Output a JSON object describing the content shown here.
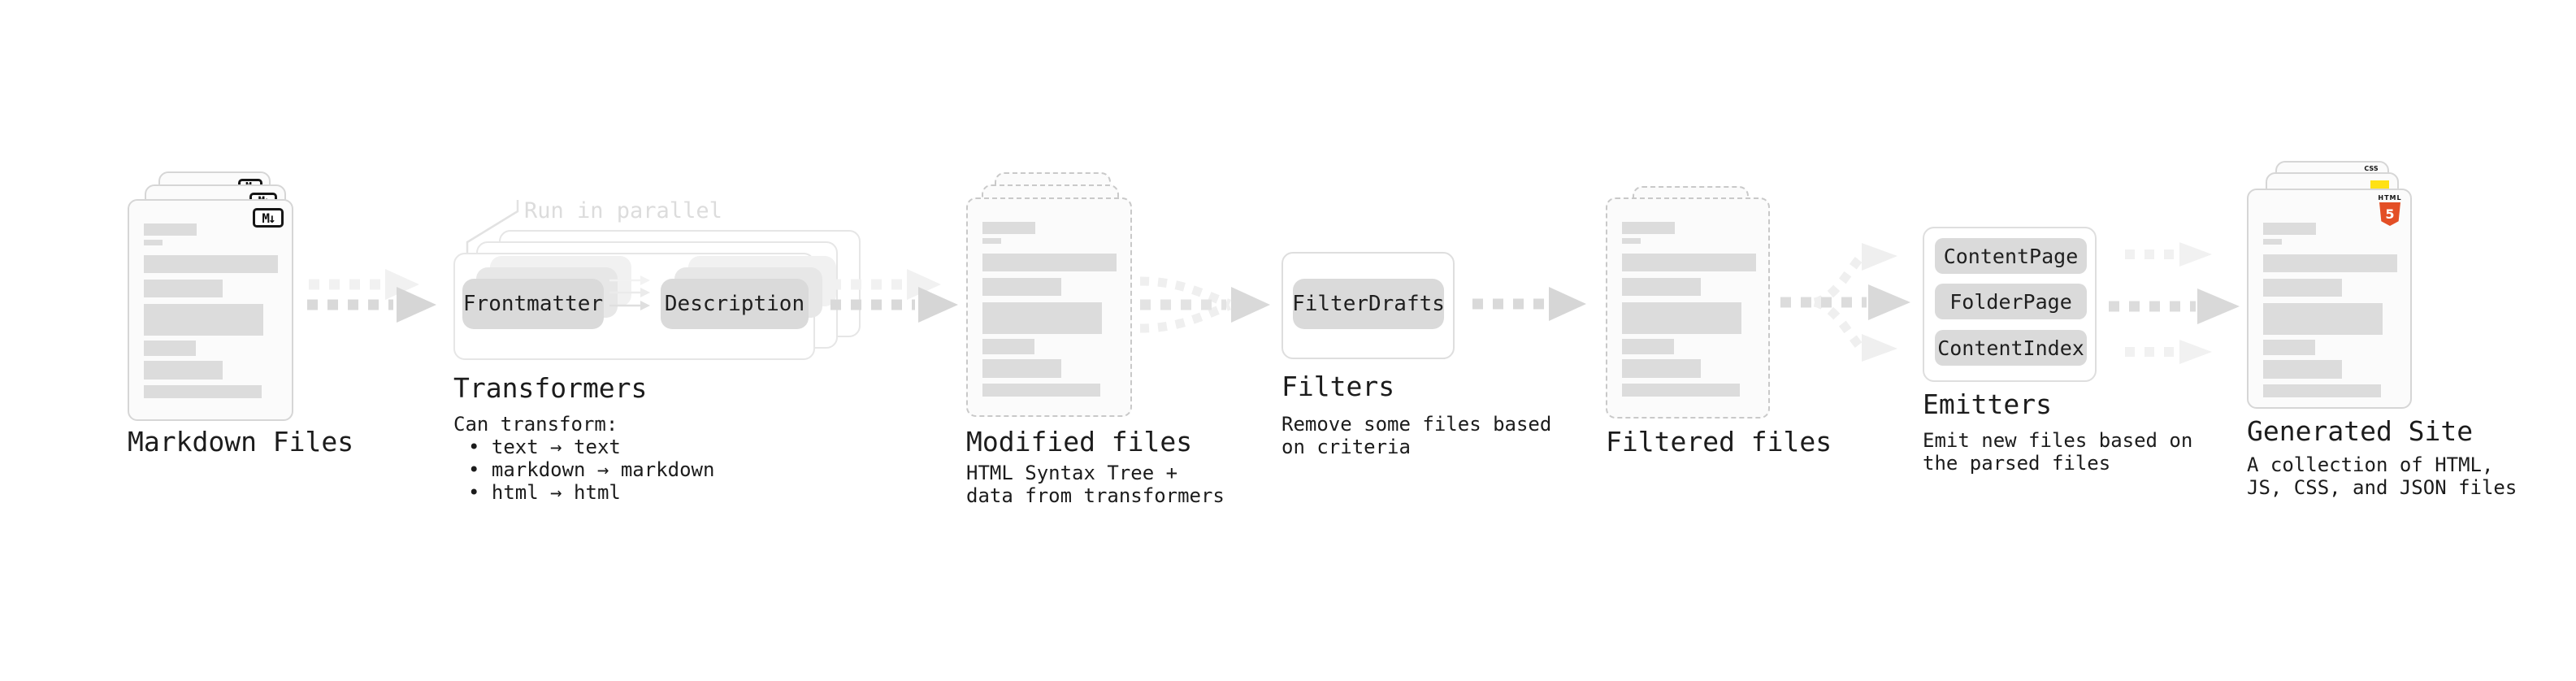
{
  "stages": {
    "markdown_files": {
      "label": "Markdown Files",
      "icon_label": "M↓"
    },
    "transformers": {
      "label": "Transformers",
      "annotation": "Run in parallel",
      "pill_left": "Frontmatter",
      "pill_right": "Description",
      "desc_intro": "Can transform:",
      "bullets": [
        "• text → text",
        "• markdown → markdown",
        "• html → html"
      ]
    },
    "modified_files": {
      "label": "Modified files",
      "desc_line1": "HTML Syntax Tree +",
      "desc_line2": "data from transformers"
    },
    "filters": {
      "label": "Filters",
      "pill": "FilterDrafts",
      "desc_line1": "Remove some files based",
      "desc_line2": "on criteria"
    },
    "filtered_files": {
      "label": "Filtered files"
    },
    "emitters": {
      "label": "Emitters",
      "pills": [
        "ContentPage",
        "FolderPage",
        "ContentIndex"
      ],
      "desc_line1": "Emit new files based on",
      "desc_line2": "the parsed files"
    },
    "generated_site": {
      "label": "Generated Site",
      "desc_line1": "A collection of HTML,",
      "desc_line2": "JS, CSS, and JSON files",
      "badge_css": "CSS",
      "badge_html_word": "HTML",
      "badge_html_number": "5"
    }
  },
  "decor": {
    "bars": [
      {
        "w": 65,
        "h": 15,
        "mt": 0
      },
      {
        "w": 23,
        "h": 7,
        "mt": 5
      },
      {
        "w": 165,
        "h": 22,
        "mt": 12
      },
      {
        "w": 97,
        "h": 22,
        "mt": 8
      },
      {
        "w": 147,
        "h": 39,
        "mt": 8
      },
      {
        "w": 64,
        "h": 19,
        "mt": 6
      },
      {
        "w": 97,
        "h": 23,
        "mt": 6
      },
      {
        "w": 145,
        "h": 16,
        "mt": 7
      }
    ]
  },
  "colors": {
    "text": "#1c1c1c",
    "bar_gray": "#dcdcdc",
    "pill_gray": "#dadada",
    "border_gray": "#d6d6d6",
    "arrow_gray": "#d9d9d9",
    "arrow_light": "#f1f1f1",
    "annotation_gray": "#dcdcdc",
    "html5_orange": "#e34f26",
    "js_yellow": "#ffe115",
    "css_blue": "#2d6ae3"
  }
}
